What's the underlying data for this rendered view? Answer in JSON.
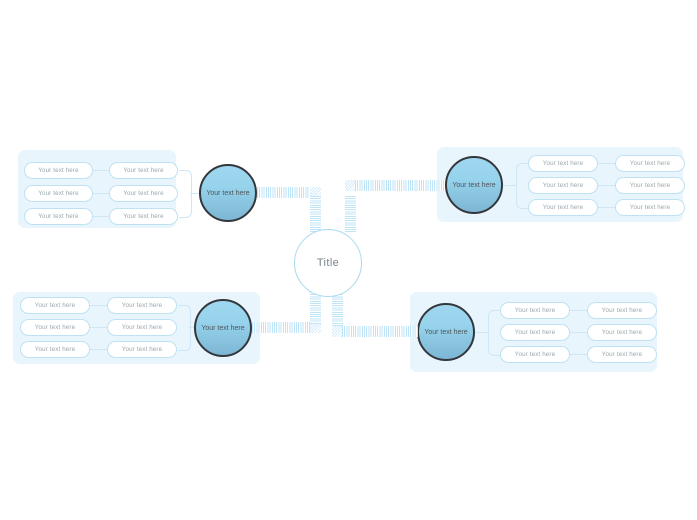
{
  "diagram": {
    "type": "mind-map",
    "center": {
      "label": "Title"
    },
    "colors": {
      "panel_bg": "#e8f5fc",
      "pill_border": "#bfe2f3",
      "node_border": "#33373c",
      "node_gradient_top": "#9ed7ef",
      "node_gradient_bottom": "#7cb6d4",
      "connector": "#bfe4f7",
      "text": "#9aa6ad"
    },
    "branches": [
      {
        "id": "top-left",
        "node_label": "Your text here",
        "rows": [
          {
            "outer": "Your text here",
            "inner": "Your text here"
          },
          {
            "outer": "Your text here",
            "inner": "Your text here"
          },
          {
            "outer": "Your text here",
            "inner": "Your text here"
          }
        ]
      },
      {
        "id": "top-right",
        "node_label": "Your text here",
        "rows": [
          {
            "inner": "Your text here",
            "outer": "Your text here"
          },
          {
            "inner": "Your text here",
            "outer": "Your text here"
          },
          {
            "inner": "Your text here",
            "outer": "Your text here"
          }
        ]
      },
      {
        "id": "bottom-left",
        "node_label": "Your text here",
        "rows": [
          {
            "outer": "Your text here",
            "inner": "Your text here"
          },
          {
            "outer": "Your text here",
            "inner": "Your text here"
          },
          {
            "outer": "Your text here",
            "inner": "Your text here"
          }
        ]
      },
      {
        "id": "bottom-right",
        "node_label": "Your text here",
        "rows": [
          {
            "inner": "Your text here",
            "outer": "Your text here"
          },
          {
            "inner": "Your text here",
            "outer": "Your text here"
          },
          {
            "inner": "Your text here",
            "outer": "Your text here"
          }
        ]
      }
    ]
  }
}
